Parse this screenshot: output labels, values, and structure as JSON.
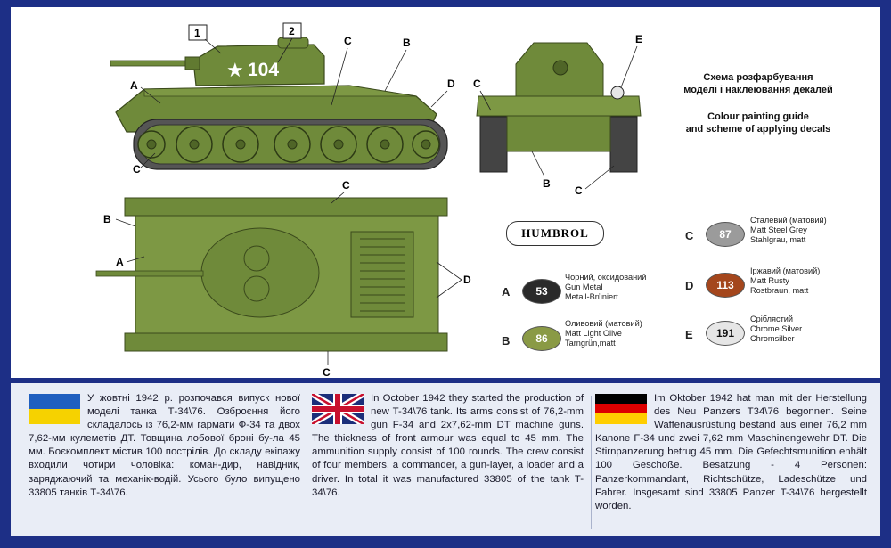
{
  "colors": {
    "border": "#1d2f86",
    "tank_green": "#6f8a3a",
    "tank_dark": "#4f6527",
    "black": "#2a2a2a",
    "olive": "#8a9a45",
    "grey": "#9b9b9b",
    "rust": "#a4461c",
    "silver": "#e6e6e6"
  },
  "diagram": {
    "turret_number": "104",
    "decal_1": "1",
    "decal_2": "2",
    "callouts": {
      "A": "A",
      "B": "B",
      "C": "C",
      "D": "D",
      "E": "E"
    }
  },
  "guide": {
    "uk_line1": "Схема розфарбування",
    "uk_line2": "моделі і наклеювання декалей",
    "en_line1": "Colour painting guide",
    "en_line2": "and scheme of applying decals"
  },
  "brand": "HUMBROL",
  "paints": [
    {
      "letter": "A",
      "code": "53",
      "uk": "Чорний, оксидований",
      "en": "Gun Metal",
      "de": "Metall-Brüniert"
    },
    {
      "letter": "B",
      "code": "86",
      "uk": "Оливовий (матовий)",
      "en": "Matt Light Olive",
      "de": "Tarngrün,matt"
    },
    {
      "letter": "C",
      "code": "87",
      "uk": "Сталевий (матовий)",
      "en": "Matt Steel Grey",
      "de": "Stahlgrau, matt"
    },
    {
      "letter": "D",
      "code": "113",
      "uk": "Іржавий (матовий)",
      "en": "Matt Rusty",
      "de": "Rostbraun, matt"
    },
    {
      "letter": "E",
      "code": "191",
      "uk": "Сріблястий",
      "en": "Chrome Silver",
      "de": "Chromsilber"
    }
  ],
  "text": {
    "uk": "У жовтні 1942 р. розпочався випуск нової моделі танка Т-34\\76. Озброєння його складалось із 76,2-мм гармати Ф-34 та двох 7,62-мм кулеметів ДТ. Товщина лобової броні бу-ла 45 мм. Боєкомплект містив 100 пострілів. До складу екіпажу входили чотири чоловіка: коман-дир, навідник, заряджаючий та механік-водій. Усього було випущено 33805 танків Т-34\\76.",
    "en": "In October 1942 they started the production of new T-34\\76 tank. Its arms consist of 76,2-mm gun F-34 and 2x7,62-mm DT machine guns. The thickness of front armour was equal to 45 mm. The ammunition supply consist of 100 rounds. The crew consist of four members, a commander, a gun-layer, a loader and a driver. In total it was manufactured 33805 of the tank T-34\\76.",
    "de": "Im Oktober 1942 hat man mit der Herstellung des Neu Panzers T34\\76 begonnen. Seine Waffenausrüstung bestand aus einer 76,2 mm Kanone F-34 und zwei 7,62 mm Maschinengewehr DT. Die Stirnpanzerung betrug 45 mm. Die Gefechtsmunition enhält 100 Geschoße. Besatzung - 4 Personen: Panzerkommandant, Richtschütze, Ladeschütze und Fahrer. Insgesamt sind 33805 Panzer T-34\\76 hergestellt worden."
  }
}
